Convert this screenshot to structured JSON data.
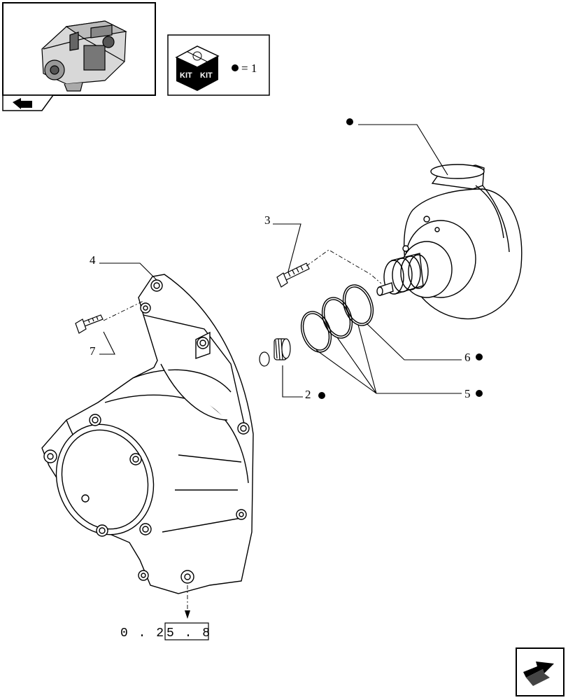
{
  "kit_legend": {
    "kit_left": "KIT",
    "kit_right": "KIT",
    "equals_text": "= 1"
  },
  "callouts": [
    {
      "id": "3",
      "text": "3"
    },
    {
      "id": "4",
      "text": "4"
    },
    {
      "id": "7",
      "text": "7"
    },
    {
      "id": "2",
      "text": "2"
    },
    {
      "id": "5",
      "text": "5"
    },
    {
      "id": "6",
      "text": "6"
    }
  ],
  "reference": {
    "prefix": "0 . 2",
    "boxed": "5 . 8"
  },
  "icons": {
    "engine_thumbnail": "engine-thumbnail",
    "nav_back": "back-arrow-icon",
    "nav_next": "next-page-arrow-icon",
    "kit_marker": "kit-bullet-icon"
  }
}
